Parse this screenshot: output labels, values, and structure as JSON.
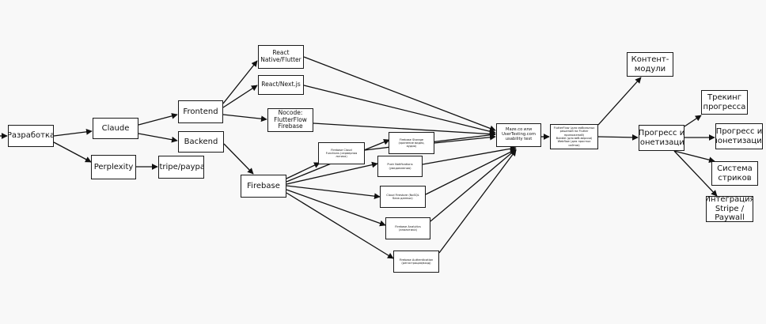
{
  "diagram": {
    "nodes": {
      "razrabotka": "Разработка",
      "claude": "Claude",
      "perplexity": "Perplexity",
      "stripe_paypal": "stripe/paypal",
      "frontend": "Frontend",
      "backend": "Backend",
      "react_native": "React\nNative/Flutter",
      "react_next": "React/Next.js",
      "nocode": "Nocode:\nFlutterFlow\nFirebase",
      "firebase": "Firebase",
      "firebase_cloud_functions": "Firebase Cloud\nFunctions (серверная\nлогика)",
      "firebase_storage": "Firebase Storage\n(хранение видео,\nаудио)",
      "push_notifications": "Push Notifications\n(уведомления)",
      "cloud_firestore": "Cloud Firestore (NoSQL\nбаза данных)",
      "firebase_analytics": "Firebase Analytics\n(аналитика)",
      "firebase_auth": "Firebase Authentication\n(регистрация/вход)",
      "maze": "Maze.co или\nUserTesting.com\nusability test",
      "deploy": "FlutterFlow (для мобильных\nрешений на Flutter\nприложений)\nBubble (для веб-версии)\nWebflow (для простых сайтов)",
      "content_modules": "Контент-\nмодули",
      "progress_monetization": "Прогресс и\nмонетизация",
      "progress_tracking": "Трекинг\nпрогресса",
      "progress_monetization_2": "Прогресс и\nмонетизация",
      "streak_system": "Система\nстриков",
      "stripe_integration": "Интеграция\nStripe /\nPaywall"
    }
  }
}
